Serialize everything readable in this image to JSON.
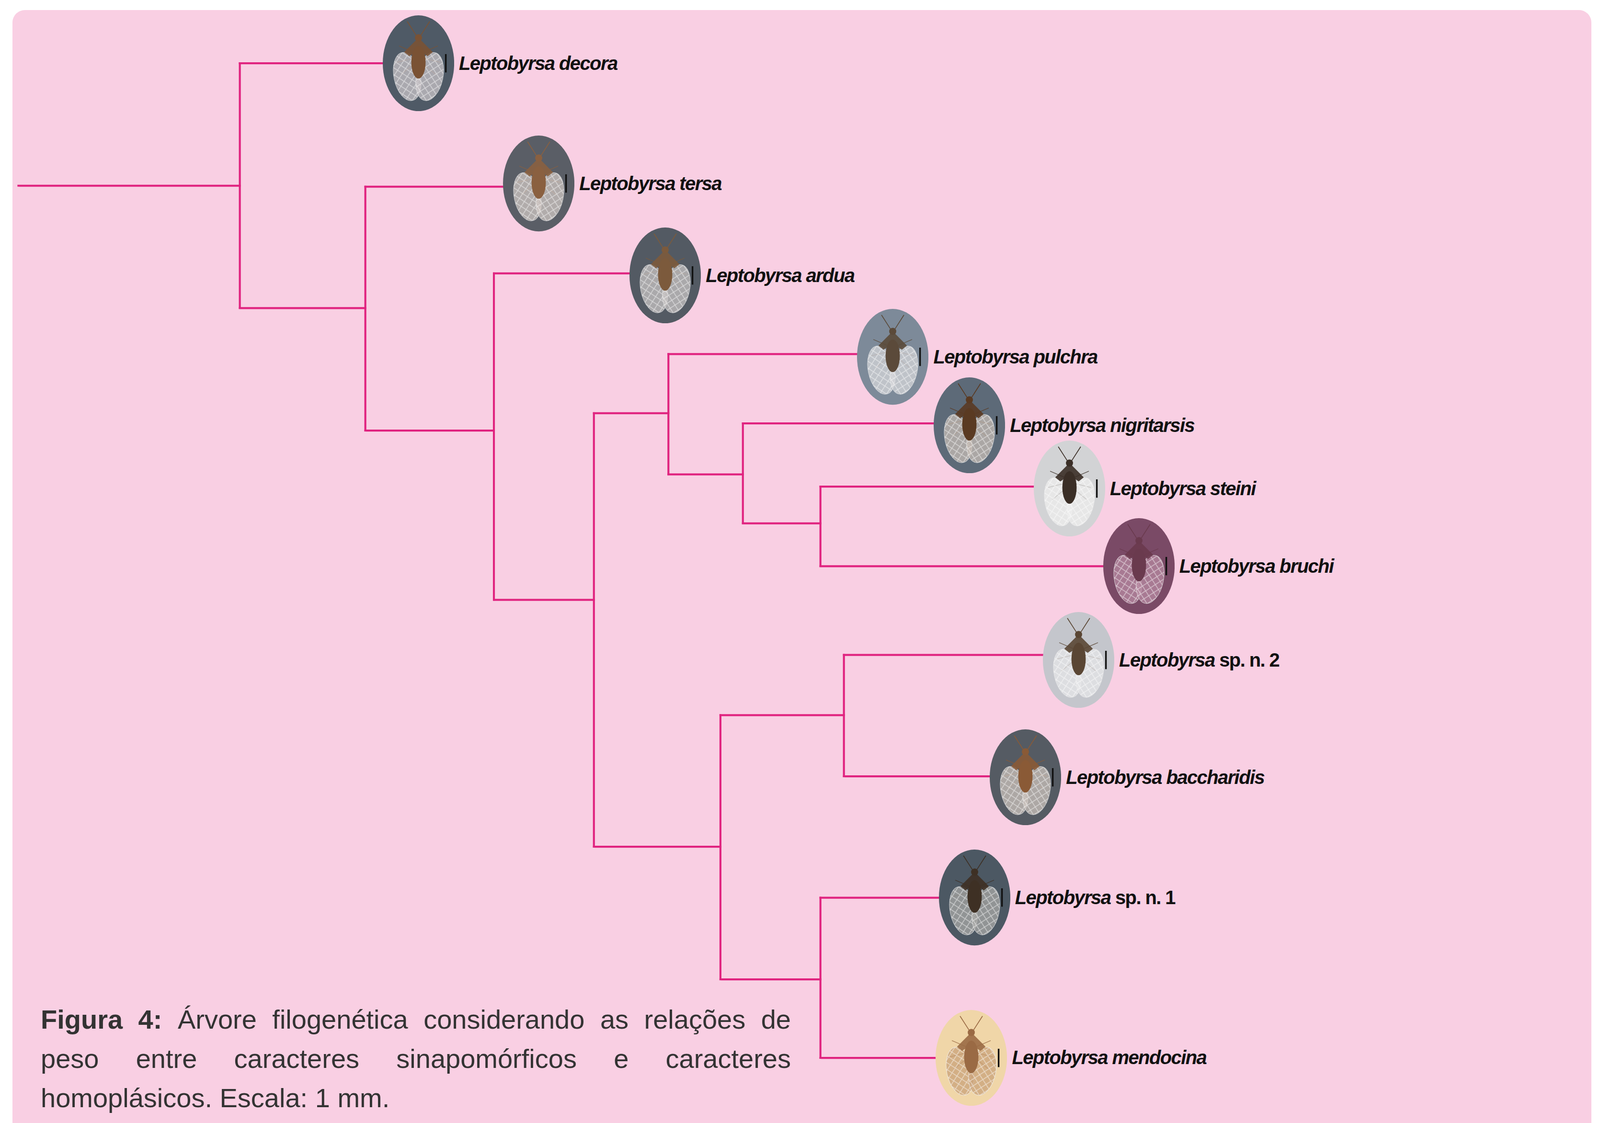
{
  "diagram": {
    "caption": "Figura 4: Árvore filogenética considerando as relações de peso entre caracteres sinapomórficos e caracteres homoplásicos. Escala: 1 mm.",
    "nodes": [
      {
        "text": [
          "Leptobyrsa decora"
        ]
      },
      {
        "text": [
          "Leptobyrsa tersa"
        ]
      },
      {
        "text": [
          "Leptobyrsa ardua"
        ]
      },
      {
        "text": [
          "Leptobyrsa pulchra"
        ]
      },
      {
        "text": [
          "Leptobyrsa nigritarsis"
        ]
      },
      {
        "text": [
          "Leptobyrsa steini"
        ]
      },
      {
        "text": [
          "Leptobyrsa bruchi"
        ]
      },
      {
        "text": [
          "Leptobyrsa sp. n. 2"
        ]
      },
      {
        "text": [
          "Leptobyrsa baccharidis"
        ]
      },
      {
        "text": [
          "Leptobyrsa sp. n. 1"
        ]
      },
      {
        "text": [
          "Leptobyrsa mendocina"
        ]
      }
    ]
  }
}
